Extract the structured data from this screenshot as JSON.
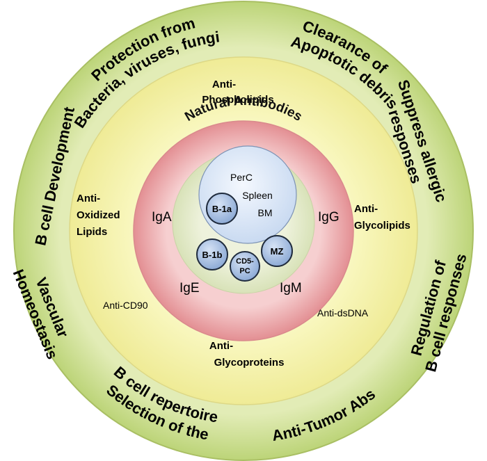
{
  "outer_ring": {
    "protection": [
      "Protection from",
      "Bacteria, viruses, fungi"
    ],
    "clearance": [
      "Clearance of",
      "Apoptotic debris"
    ],
    "suppress": [
      "Suppress allergic",
      "responses"
    ],
    "regulation": [
      "Regulation of",
      "B cell responses"
    ],
    "selection": [
      "Selection of the",
      "B cell repertoire"
    ],
    "anti_tumor": "Anti-Tumor Abs",
    "vascular": [
      "Vascular",
      "Homeostasis"
    ],
    "b_cell_dev": "B cell Development"
  },
  "middle_ring": {
    "phospholipids": [
      "Anti-",
      "Phospholipids"
    ],
    "oxidized": [
      "Anti-",
      "Oxidized",
      "Lipids"
    ],
    "glycolipids": [
      "Anti-",
      "Glycolipids"
    ],
    "glycoproteins": [
      "Anti-",
      "Glycoproteins"
    ],
    "cd90": "Anti-CD90",
    "dsdna": "Anti-dsDNA"
  },
  "inner_ring": {
    "title": "Natural Antibodies",
    "iga": "IgA",
    "igg": "IgG",
    "ige": "IgE",
    "igm": "IgM"
  },
  "core": {
    "locations": [
      "PerC",
      "Spleen",
      "BM"
    ],
    "cells": {
      "b1a": "B-1a",
      "b1b": "B-1b",
      "cd5": [
        "CD5-",
        "PC"
      ],
      "mz": "MZ"
    }
  },
  "colors": {
    "outer_ring": "#c9dd8a",
    "middle_ring": "#f4f1a8",
    "inner_ring": "#e9a4a6",
    "core": "#e6eccd",
    "cell_fill": "#a9c3e6"
  }
}
